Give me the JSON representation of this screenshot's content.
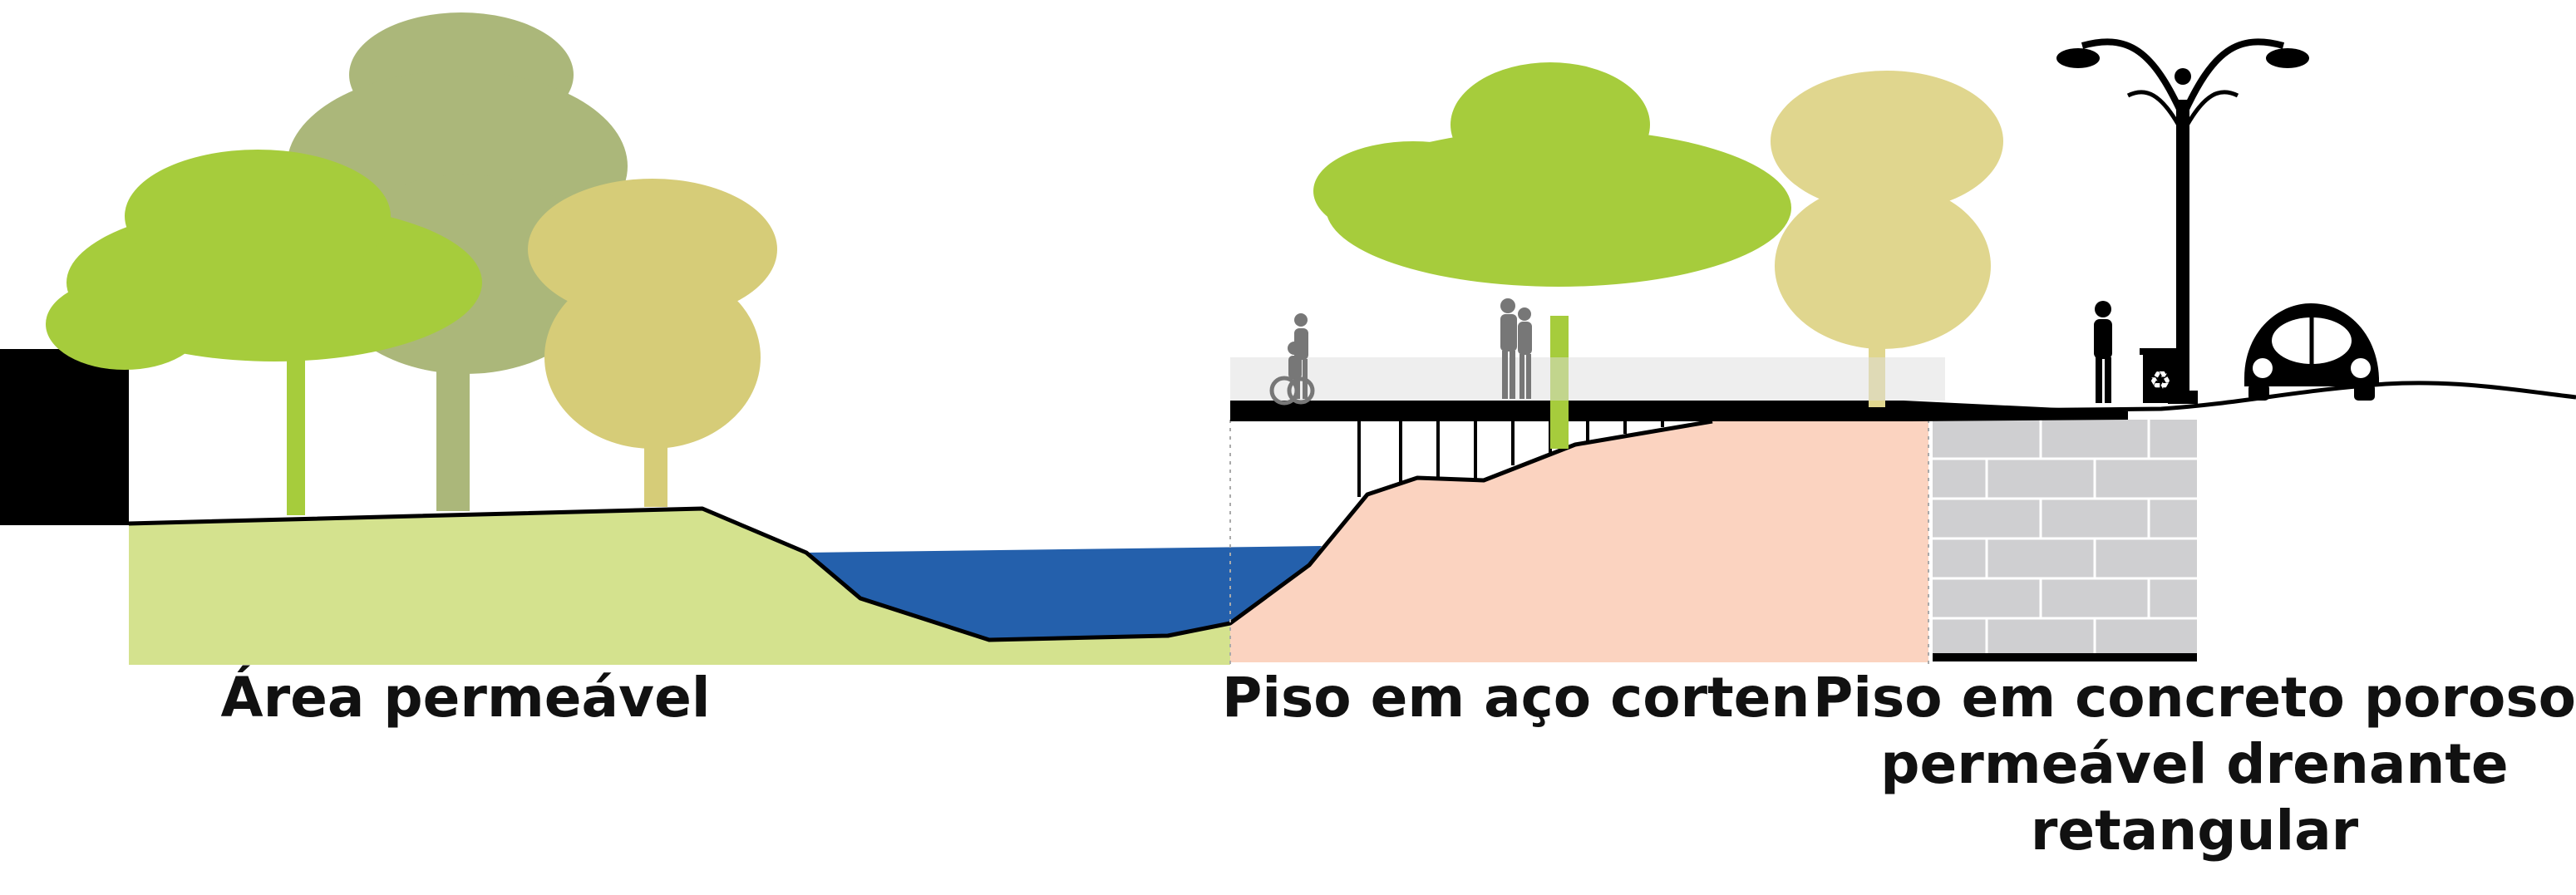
{
  "labels": {
    "area_permeavel": "Área permeável",
    "piso_corten": "Piso em aço corten",
    "piso_concreto": [
      "Piso em concreto poroso",
      "permeável drenante",
      "retangular"
    ]
  },
  "colors": {
    "grass": "#d4e28e",
    "water": "#2460ac",
    "soil": "#fbd3c0",
    "wall_block": "#cfcfd1",
    "tree_bright": "#a6cc3c",
    "tree_olive": "#abb77a",
    "tree_yellow": "#d6cc78",
    "tree_pale": "#e0d68e",
    "silhouette": "#111111",
    "person_grey": "#777777"
  },
  "icons": [
    "tree",
    "person",
    "wheelchair",
    "street-lamp",
    "trash-bin",
    "recycle-symbol",
    "car"
  ]
}
